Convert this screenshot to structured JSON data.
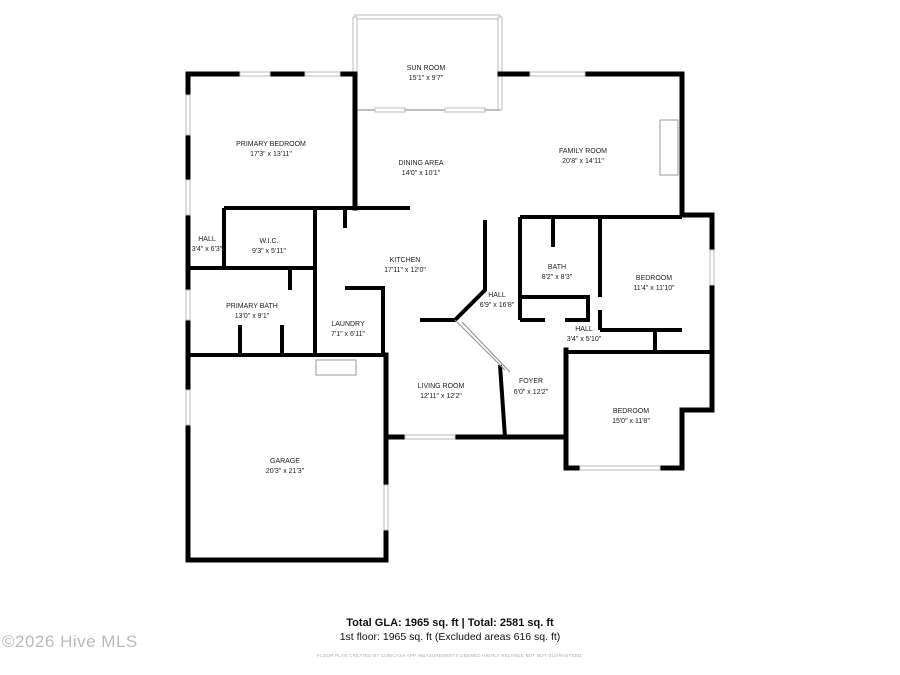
{
  "rooms": [
    {
      "name": "SUN ROOM",
      "dims": "15'1\" x 9'7\""
    },
    {
      "name": "PRIMARY BEDROOM",
      "dims": "17'3\" x 13'11\""
    },
    {
      "name": "DINING AREA",
      "dims": "14'0\" x 10'1\""
    },
    {
      "name": "FAMILY ROOM",
      "dims": "20'8\" x 14'11\""
    },
    {
      "name": "HALL",
      "dims": "3'4\" x 6'3\""
    },
    {
      "name": "W.I.C.",
      "dims": "9'3\" x 5'11\""
    },
    {
      "name": "KITCHEN",
      "dims": "17'11\" x 12'0\""
    },
    {
      "name": "BATH",
      "dims": "8'2\" x 8'3\""
    },
    {
      "name": "BEDROOM",
      "dims": "11'4\" x 11'10\""
    },
    {
      "name": "HALL",
      "dims": "6'9\" x 16'8\""
    },
    {
      "name": "PRIMARY BATH",
      "dims": "13'0\" x 9'1\""
    },
    {
      "name": "LAUNDRY",
      "dims": "7'1\" x 6'11\""
    },
    {
      "name": "HALL",
      "dims": "3'4\" x 5'10\""
    },
    {
      "name": "LIVING ROOM",
      "dims": "12'11\" x 12'2\""
    },
    {
      "name": "FOYER",
      "dims": "6'0\" x 12'2\""
    },
    {
      "name": "BEDROOM",
      "dims": "15'0\" x 11'8\""
    },
    {
      "name": "GARAGE",
      "dims": "20'3\" x 21'3\""
    }
  ],
  "footer": {
    "gla": "Total GLA: 1965 sq. ft | Total: 2581 sq. ft",
    "floor": "1st floor: 1965 sq. ft (Excluded areas 616 sq. ft)",
    "disclaimer": "FLOOR PLAN CREATED BY CUBICASA APP. MEASUREMENTS DEEMED HIGHLY RELIABLE BUT NOT GUARANTEED."
  },
  "watermark": "©2026 Hive MLS"
}
